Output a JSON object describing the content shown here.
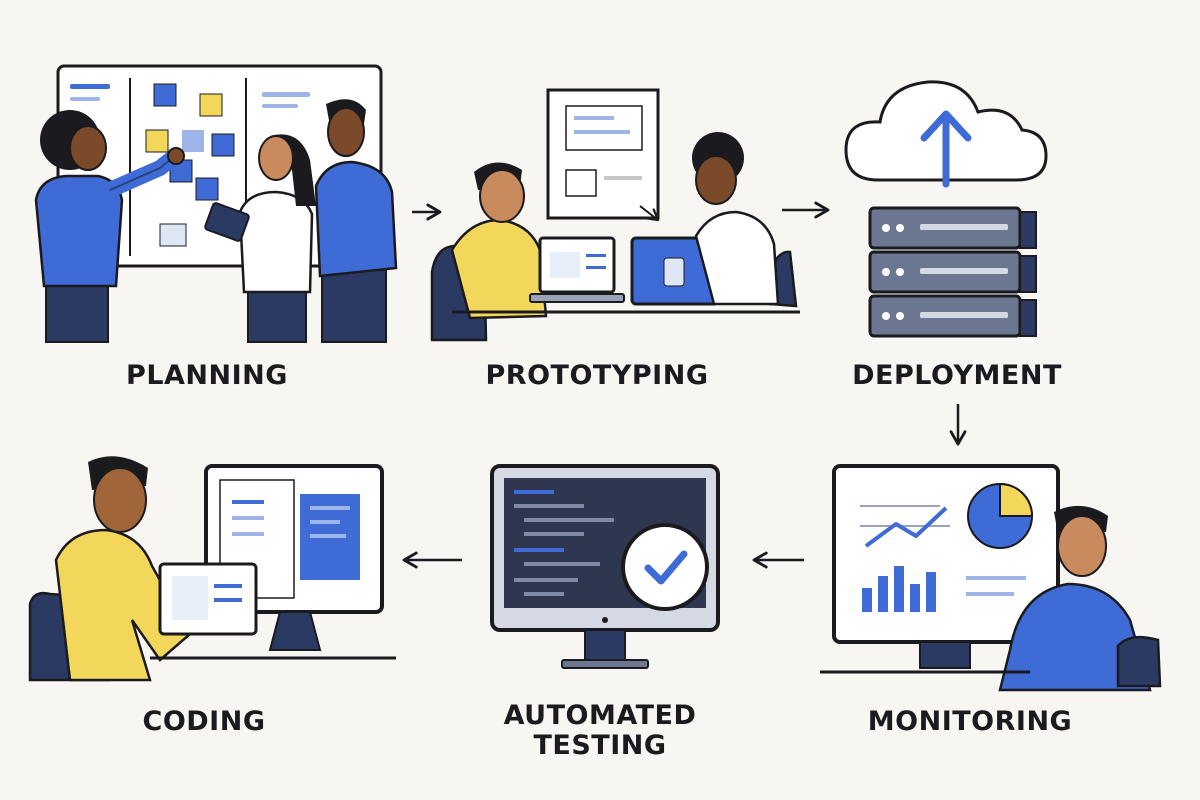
{
  "stages": [
    {
      "label": "PLANNING"
    },
    {
      "label": "PROTOTYPING"
    },
    {
      "label": "DEPLOYMENT"
    },
    {
      "label": "CODING"
    },
    {
      "label": "AUTOMATED\nTESTING"
    },
    {
      "label": "MONITORING"
    }
  ],
  "flow": [
    {
      "from": "PLANNING",
      "to": "PROTOTYPING"
    },
    {
      "from": "PROTOTYPING",
      "to": "DEPLOYMENT"
    },
    {
      "from": "DEPLOYMENT",
      "to": "MONITORING"
    },
    {
      "from": "MONITORING",
      "to": "AUTOMATED\nTESTING"
    },
    {
      "from": "AUTOMATED\nTESTING",
      "to": "CODING"
    }
  ],
  "colors": {
    "background": "#f8f6f2",
    "ink": "#1b1b1f",
    "blue": "#3e6bd6",
    "yellow": "#f3d75a",
    "navy": "#2b3a63",
    "slate": "#6b7691",
    "panel": "#ffffff",
    "dark_screen": "#2f3650"
  },
  "icons": {
    "checkmark": "check-icon",
    "upload": "upload-arrow-icon",
    "cloud": "cloud-icon"
  }
}
